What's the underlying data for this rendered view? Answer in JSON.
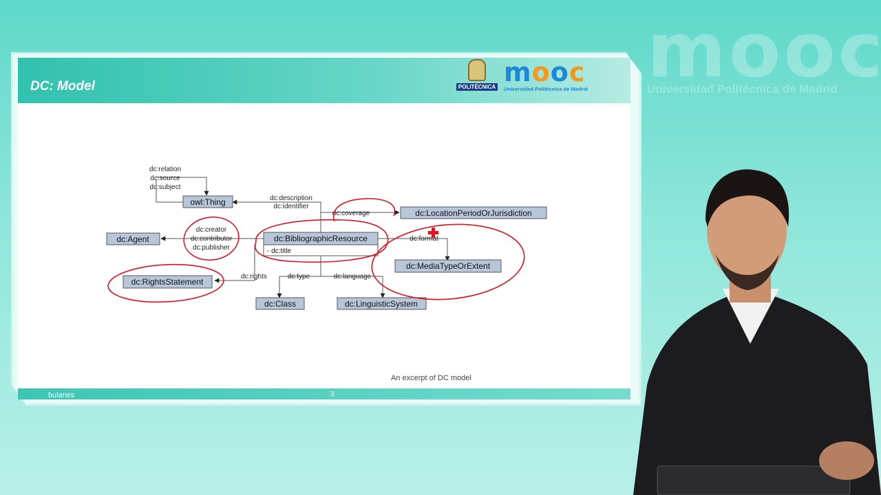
{
  "watermark": {
    "logo": "mooc",
    "subtitle": "Universidad Politécnica de Madrid"
  },
  "slide": {
    "title": "DC: Model",
    "caption": "An excerpt of DC model",
    "footer_left": "bularies",
    "page_number": "3"
  },
  "logos": {
    "upm_label": "POLITÉCNICA",
    "mooc_word": [
      "m",
      "o",
      "o",
      "c"
    ],
    "mooc_sub": "Universidad Politécnica de Madrid"
  },
  "diagram": {
    "classes": {
      "owl_thing": "owl:Thing",
      "agent": "dc:Agent",
      "bibliographic_resource": "dc:BibliographicResource",
      "bibliographic_attr": "- dc:title",
      "location": "dc:LocationPeriodOrJurisdiction",
      "media_type": "dc:MediaTypeOrExtent",
      "rights": "dc:RightsStatement",
      "class": "dc:Class",
      "linguistic": "dc:LinguisticSystem"
    },
    "properties": {
      "relation": "dc:relation",
      "source": "dc:source",
      "subject": "dc:subject",
      "description": "dc:description",
      "identifier": "dc:identifier",
      "coverage": "dc:coverage",
      "creator": "dc:creator",
      "contributor": "dc:contributor",
      "publisher": "dc:publisher",
      "format": "dc:format",
      "rights": "dc:rights",
      "type": "dc:type",
      "language": "dc:language"
    },
    "annotation_color": "#d9141f",
    "box_fill": "#b8c6da",
    "box_stroke": "#555555"
  },
  "icons": {
    "red_cross": "red-cross-cursor-icon"
  }
}
